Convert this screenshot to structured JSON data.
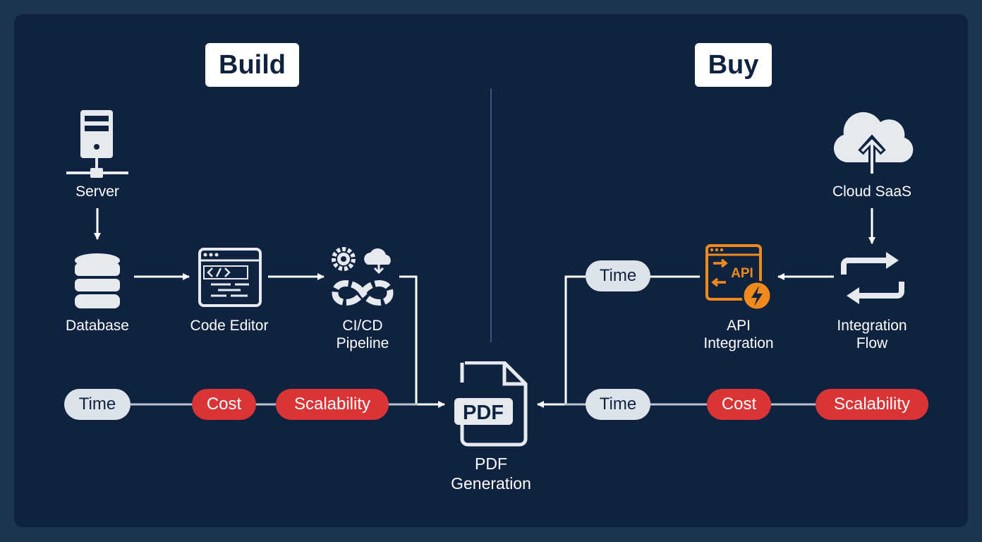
{
  "colors": {
    "background": "#1c3550",
    "panel": "#0f2340",
    "line": "#ffffff",
    "grey_pill": "#dde3ea",
    "red_pill": "#d93436",
    "accent": "#f08a1c",
    "icon": "#e6eaef"
  },
  "build": {
    "title": "Build",
    "nodes": {
      "server": {
        "label": "Server",
        "icon": "server-icon"
      },
      "database": {
        "label": "Database",
        "icon": "database-icon"
      },
      "code_editor": {
        "label": "Code Editor",
        "icon": "code-editor-icon"
      },
      "cicd": {
        "label_line1": "CI/CD",
        "label_line2": "Pipeline",
        "icon": "cicd-infinity-icon"
      }
    },
    "factors": [
      {
        "label": "Time",
        "style": "grey"
      },
      {
        "label": "Cost",
        "style": "red"
      },
      {
        "label": "Scalability",
        "style": "red"
      }
    ]
  },
  "buy": {
    "title": "Buy",
    "nodes": {
      "cloud_saas": {
        "label": "Cloud SaaS",
        "icon": "cloud-upload-icon"
      },
      "integration_flow": {
        "label_line1": "Integration",
        "label_line2": "Flow",
        "icon": "sync-arrows-icon"
      },
      "api_integration": {
        "label_line1": "API",
        "label_line2": "Integration",
        "icon": "api-icon",
        "icon_text": "API"
      },
      "time_tag": {
        "label": "Time"
      }
    },
    "factors": [
      {
        "label": "Time",
        "style": "grey"
      },
      {
        "label": "Cost",
        "style": "red"
      },
      {
        "label": "Scalability",
        "style": "red"
      }
    ]
  },
  "center": {
    "label_line1": "PDF",
    "label_line2": "Generation",
    "icon": "pdf-document-icon",
    "icon_text": "PDF"
  }
}
